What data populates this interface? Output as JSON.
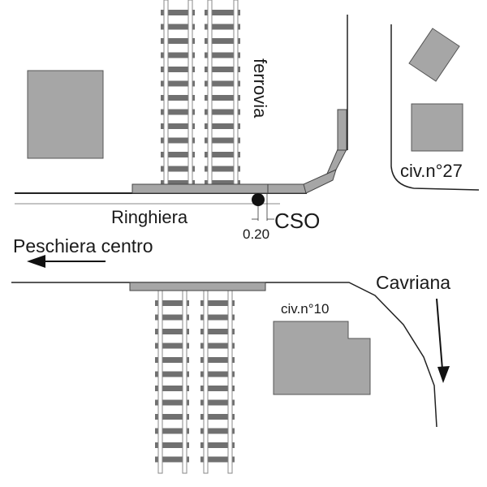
{
  "labels": {
    "ferrovia": "ferrovia",
    "ringhiera": "Ringhiera",
    "cso": "CSO",
    "dimension": "0.20",
    "peschiera": "Peschiera centro",
    "cavriana": "Cavriana",
    "civ27": "civ.n°27",
    "civ10": "civ.n°10"
  },
  "colors": {
    "building_fill": "#a6a6a6",
    "building_stroke": "#555555",
    "line": "#222222",
    "rail": "#888888",
    "sleeper": "#707070"
  },
  "tracks": {
    "upper_sleeper_count": 14,
    "lower_sleeper_count": 12
  }
}
